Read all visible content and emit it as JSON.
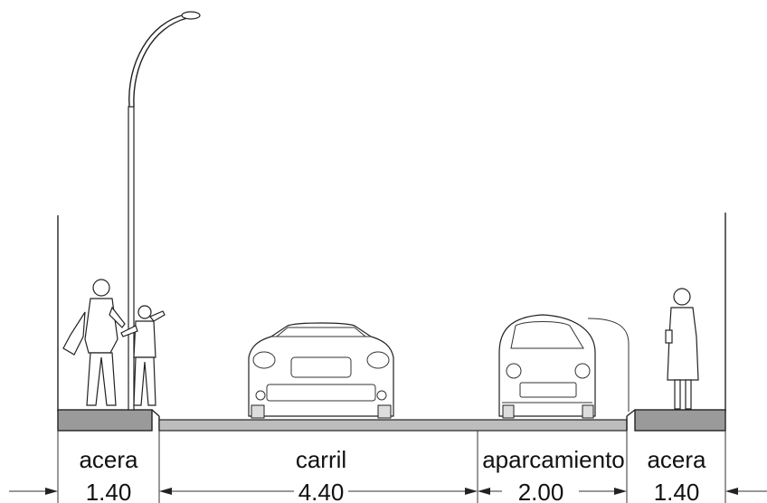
{
  "labels": {
    "left_sidewalk": "acera",
    "left_sidewalk_width": "1.40",
    "lane": "carril",
    "lane_width": "4.40",
    "parking": "aparcamiento",
    "parking_width": "2.00",
    "right_sidewalk": "acera",
    "right_sidewalk_width": "1.40"
  }
}
